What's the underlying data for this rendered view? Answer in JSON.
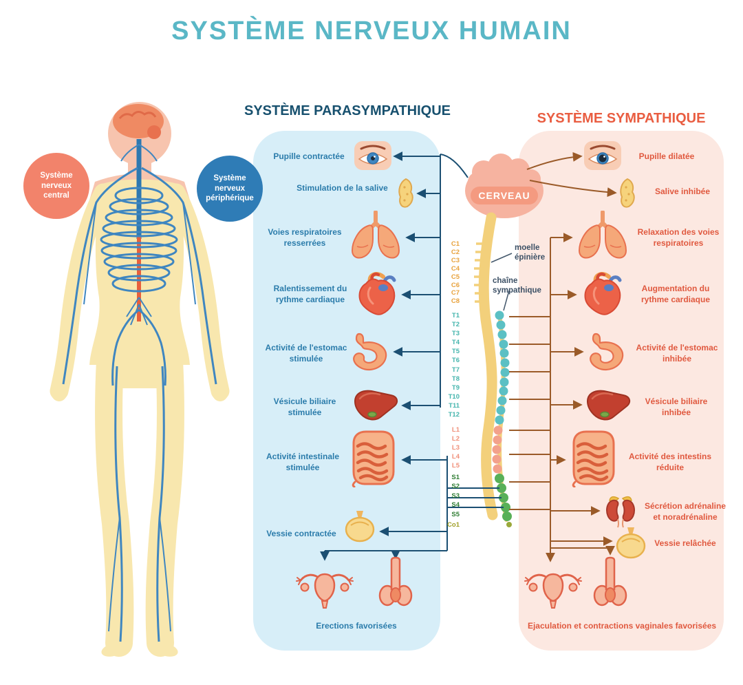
{
  "title": "SYSTÈME NERVEUX HUMAIN",
  "body_figure": {
    "central_label": "Système nerveux central",
    "peripheral_label": "Système nerveux périphérique"
  },
  "parasympathetic": {
    "title": "SYSTÈME PARASYMPATHIQUE",
    "items": [
      {
        "name": "eye",
        "label": "Pupille contractée"
      },
      {
        "name": "salivary-gland",
        "label": "Stimulation de la salive"
      },
      {
        "name": "lungs",
        "label": "Voies respiratoires resserrées"
      },
      {
        "name": "heart",
        "label": "Ralentissement du rythme cardiaque"
      },
      {
        "name": "stomach",
        "label": "Activité de l'estomac stimulée"
      },
      {
        "name": "liver-gallbladder",
        "label": "Vésicule biliaire stimulée"
      },
      {
        "name": "intestines",
        "label": "Activité intestinale stimulée"
      },
      {
        "name": "bladder",
        "label": "Vessie contractée"
      },
      {
        "name": "reproductive-organs",
        "label": "Erections favorisées"
      }
    ]
  },
  "sympathetic": {
    "title": "SYSTÈME SYMPATHIQUE",
    "items": [
      {
        "name": "eye",
        "label": "Pupille dilatée"
      },
      {
        "name": "salivary-gland",
        "label": "Salive inhibée"
      },
      {
        "name": "lungs",
        "label": "Relaxation des voies respiratoires"
      },
      {
        "name": "heart",
        "label": "Augmentation du rythme cardiaque"
      },
      {
        "name": "stomach",
        "label": "Activité de l'estomac inhibée"
      },
      {
        "name": "liver-gallbladder",
        "label": "Vésicule biliaire inhibée"
      },
      {
        "name": "intestines",
        "label": "Activité des intestins réduite"
      },
      {
        "name": "adrenal-kidneys",
        "label": "Sécrétion adrénaline et noradrénaline"
      },
      {
        "name": "bladder",
        "label": "Vessie relâchée"
      },
      {
        "name": "reproductive-organs",
        "label": "Ejaculation et contractions vaginales favorisées"
      }
    ]
  },
  "spine": {
    "brain_label": "CERVEAU",
    "spinal_cord_label": "moelle épinière",
    "sympathetic_chain_label": "chaîne sympathique",
    "cervical": [
      "C1",
      "C2",
      "C3",
      "C4",
      "C5",
      "C6",
      "C7",
      "C8"
    ],
    "thoracic": [
      "T1",
      "T2",
      "T3",
      "T4",
      "T5",
      "T6",
      "T7",
      "T8",
      "T9",
      "T10",
      "T11",
      "T12"
    ],
    "lumbar": [
      "L1",
      "L2",
      "L3",
      "L4",
      "L5"
    ],
    "sacral": [
      "S1",
      "S2",
      "S3",
      "S4",
      "S5"
    ],
    "coccygeal": "Co1"
  },
  "colors": {
    "title": "#5ab7c6",
    "parasympathetic_title": "#17506e",
    "sympathetic_title": "#e95d41",
    "parasympathetic_panel": "#d7eef8",
    "sympathetic_panel": "#fce8e1",
    "parasympathetic_label": "#2b7cab",
    "sympathetic_label": "#e0593f",
    "parasympathetic_connector": "#1b4f72",
    "sympathetic_connector": "#9a5a28",
    "central_badge": "#f2836b",
    "peripheral_badge": "#2f7cb6",
    "cervical_labels": "#e8a23d",
    "thoracic_labels": "#45b5ad",
    "lumbar_labels": "#f0907a",
    "sacral_labels": "#2e7d32",
    "coccygeal_label": "#9e9d24"
  }
}
